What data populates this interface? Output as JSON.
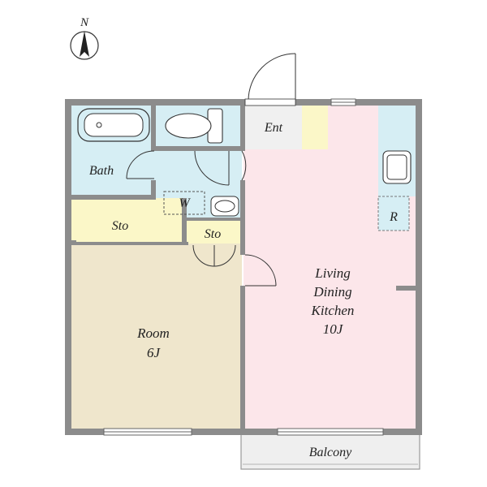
{
  "compass": {
    "label": "N"
  },
  "rooms": {
    "entrance": "Ent",
    "bath": "Bath",
    "washer": "W",
    "storage_left": "Sto",
    "storage_center": "Sto",
    "refrigerator": "R",
    "ldk": {
      "line1": "Living",
      "line2": "Dining",
      "line3": "Kitchen",
      "size": "10J"
    },
    "room": {
      "name": "Room",
      "size": "6J"
    },
    "balcony": "Balcony"
  },
  "colors": {
    "wall": "#8c8c8c",
    "ldk": "#fce6ea",
    "room": "#efe6cc",
    "wet_area": "#d6eef4",
    "storage": "#fbf7c8",
    "entrance": "#f0f0f0",
    "balcony": "#efefef"
  }
}
